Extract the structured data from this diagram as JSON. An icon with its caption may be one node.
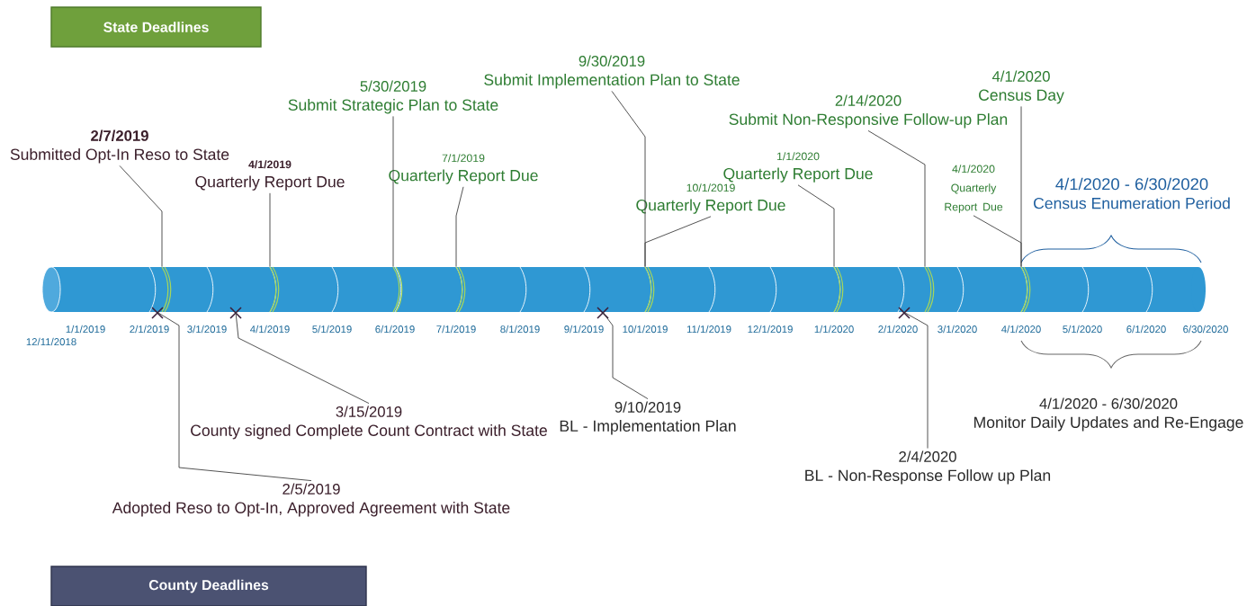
{
  "diagram": {
    "nodes": [
      {
        "text": [
          "State Deadlines"
        ]
      },
      {
        "text": [
          "County Deadlines"
        ]
      },
      {
        "text": [],
        "shape": "cylinder"
      },
      {
        "text": [
          "2/7/2019",
          "Submitted Opt-In Reso to State"
        ]
      },
      {
        "text": [
          "4/1/2019",
          "Quarterly Report Due"
        ]
      },
      {
        "text": [
          "5/30/2019",
          "Submit Strategic Plan to State"
        ]
      },
      {
        "text": [
          "7/1/2019",
          "Quarterly Report Due"
        ]
      },
      {
        "text": [
          "9/30/2019",
          "Submit Implementation Plan to State"
        ]
      },
      {
        "text": [
          "10/1/2019",
          "Quarterly Report Due"
        ]
      },
      {
        "text": [
          "1/1/2020",
          "Quarterly Report Due"
        ]
      },
      {
        "text": [
          "2/14/2020",
          "Submit Non-Responsive Follow-up Plan"
        ]
      },
      {
        "text": [
          "4/1/2020",
          "Quarterly Report Due"
        ]
      },
      {
        "text": [
          "4/1/2020",
          "Census Day"
        ]
      },
      {
        "text": [
          "4/1/2020 - 6/30/2020",
          "Census Enumeration Period"
        ]
      },
      {
        "text": [
          "3/15/2019",
          "County signed Complete Count Contract with State"
        ]
      },
      {
        "text": [
          "9/10/2019",
          "BL - Implementation Plan"
        ]
      },
      {
        "text": [
          "2/4/2020",
          "BL - Non-Response Follow up Plan"
        ]
      },
      {
        "text": [
          "2/5/2019",
          "Adopted Reso to Opt-In, Approved Agreement with State"
        ]
      },
      {
        "text": [
          "4/1/2020 - 6/30/2020",
          "Monitor Daily Updates and Re-Engage"
        ]
      }
    ],
    "edges": [
      {
        "from": 3,
        "to": 2,
        "arrow": "none"
      },
      {
        "from": 4,
        "to": 2,
        "arrow": "none"
      },
      {
        "from": 5,
        "to": 2,
        "arrow": "none"
      },
      {
        "from": 6,
        "to": 2,
        "arrow": "none"
      },
      {
        "from": 7,
        "to": 2,
        "arrow": "none"
      },
      {
        "from": 8,
        "to": 2,
        "arrow": "none"
      },
      {
        "from": 9,
        "to": 2,
        "arrow": "none"
      },
      {
        "from": 10,
        "to": 2,
        "arrow": "none"
      },
      {
        "from": 11,
        "to": 2,
        "arrow": "none"
      },
      {
        "from": 12,
        "to": 2,
        "arrow": "none"
      },
      {
        "from": 14,
        "to": 2,
        "arrow": "none"
      },
      {
        "from": 15,
        "to": 2,
        "arrow": "none"
      },
      {
        "from": 16,
        "to": 2,
        "arrow": "none"
      },
      {
        "from": 17,
        "to": 2,
        "arrow": "none"
      }
    ],
    "labels": [
      "12/11/2018",
      "1/1/2019",
      "2/1/2019",
      "3/1/2019",
      "4/1/2019",
      "5/1/2019",
      "6/1/2019",
      "7/1/2019",
      "8/1/2019",
      "9/1/2019",
      "10/1/2019",
      "11/1/2019",
      "12/1/2019",
      "1/1/2020",
      "2/1/2020",
      "3/1/2020",
      "4/1/2020",
      "5/1/2020",
      "6/1/2020",
      "6/30/2020"
    ]
  }
}
